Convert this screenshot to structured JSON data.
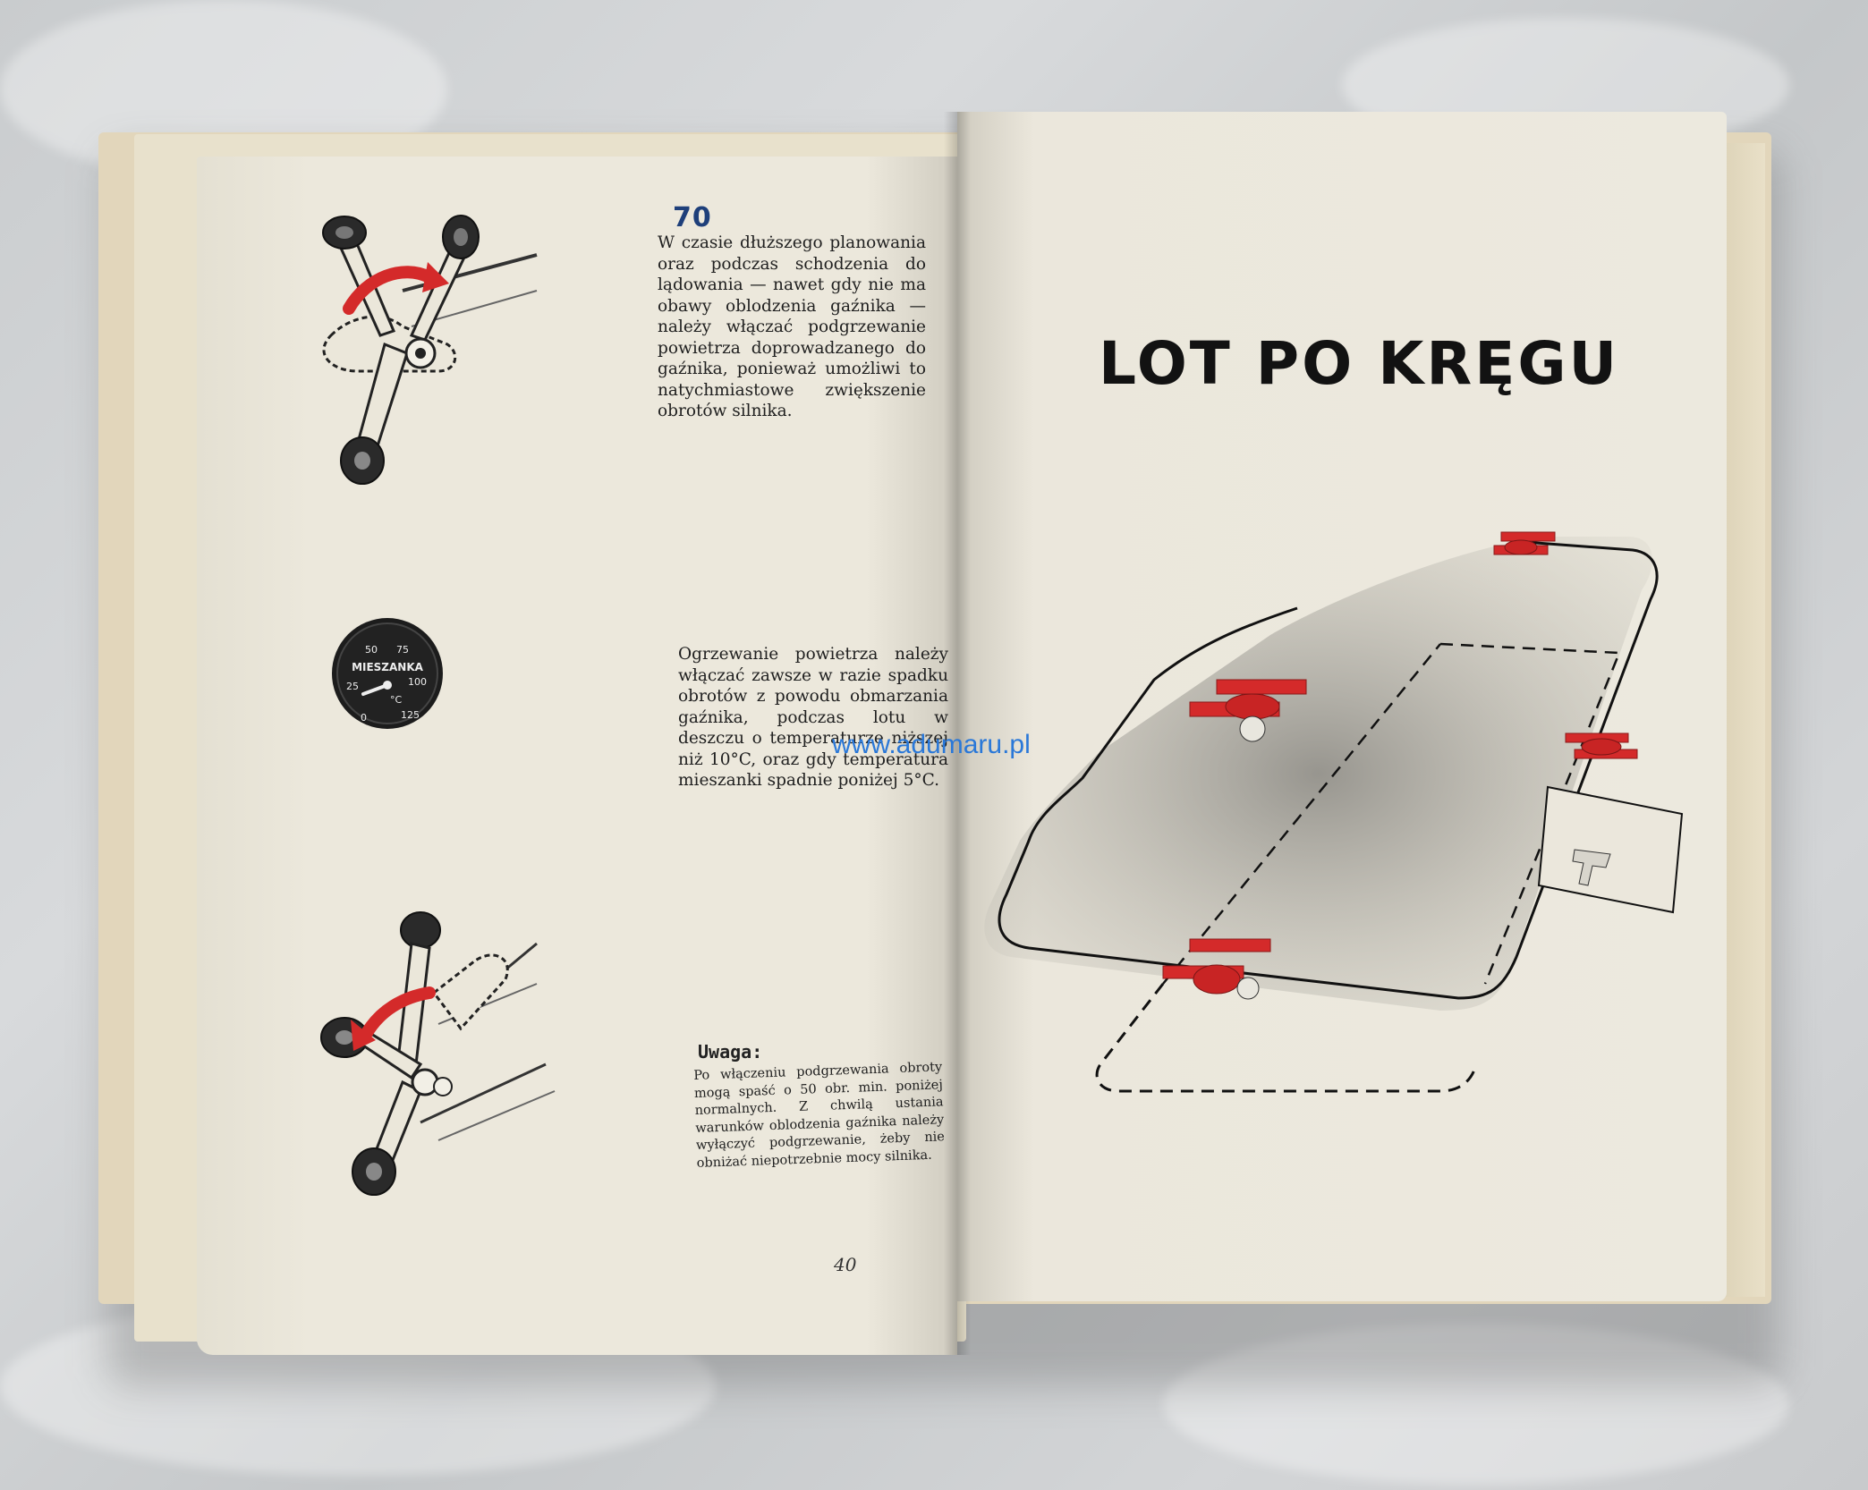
{
  "left_page": {
    "section_number": "70",
    "paragraph_1": "W czasie dłuższego planowania oraz podczas schodzenia do lądowania — nawet gdy nie ma obawy oblodzenia gaźnika — należy włączać podgrzewanie powietrza doprowadzanego do gaźnika, ponieważ umożliwi to natychmiastowe zwiększenie obrotów silnika.",
    "paragraph_2": "Ogrzewanie powietrza należy włączać zawsze w razie spadku obrotów z powodu obmarzania gaźnika, podczas lotu w deszczu o temperaturze niższej niż 10°C, oraz gdy temperatura mieszanki spadnie poniżej 5°C.",
    "note_title": "Uwaga:",
    "note_text": "Po włączeniu podgrzewania obroty mogą spaść o 50 obr. min. poniżej normalnych. Z chwilą ustania warunków oblodzenia gaźnika należy wyłączyć podgrzewanie, żeby nie obniżać niepotrzebnie mocy silnika.",
    "page_number": "40",
    "gauge": {
      "label": "MIESZANKA",
      "unit": "°C",
      "ticks": [
        "0",
        "25",
        "50",
        "75",
        "100",
        "125"
      ]
    }
  },
  "right_page": {
    "title": "LOT PO KRĘGU",
    "landing_marker": "T"
  },
  "watermark": "www.adumaru.pl",
  "colors": {
    "accent_red": "#d42a2a",
    "section_blue": "#1e3f7a",
    "watermark_blue": "#2a78d8"
  }
}
